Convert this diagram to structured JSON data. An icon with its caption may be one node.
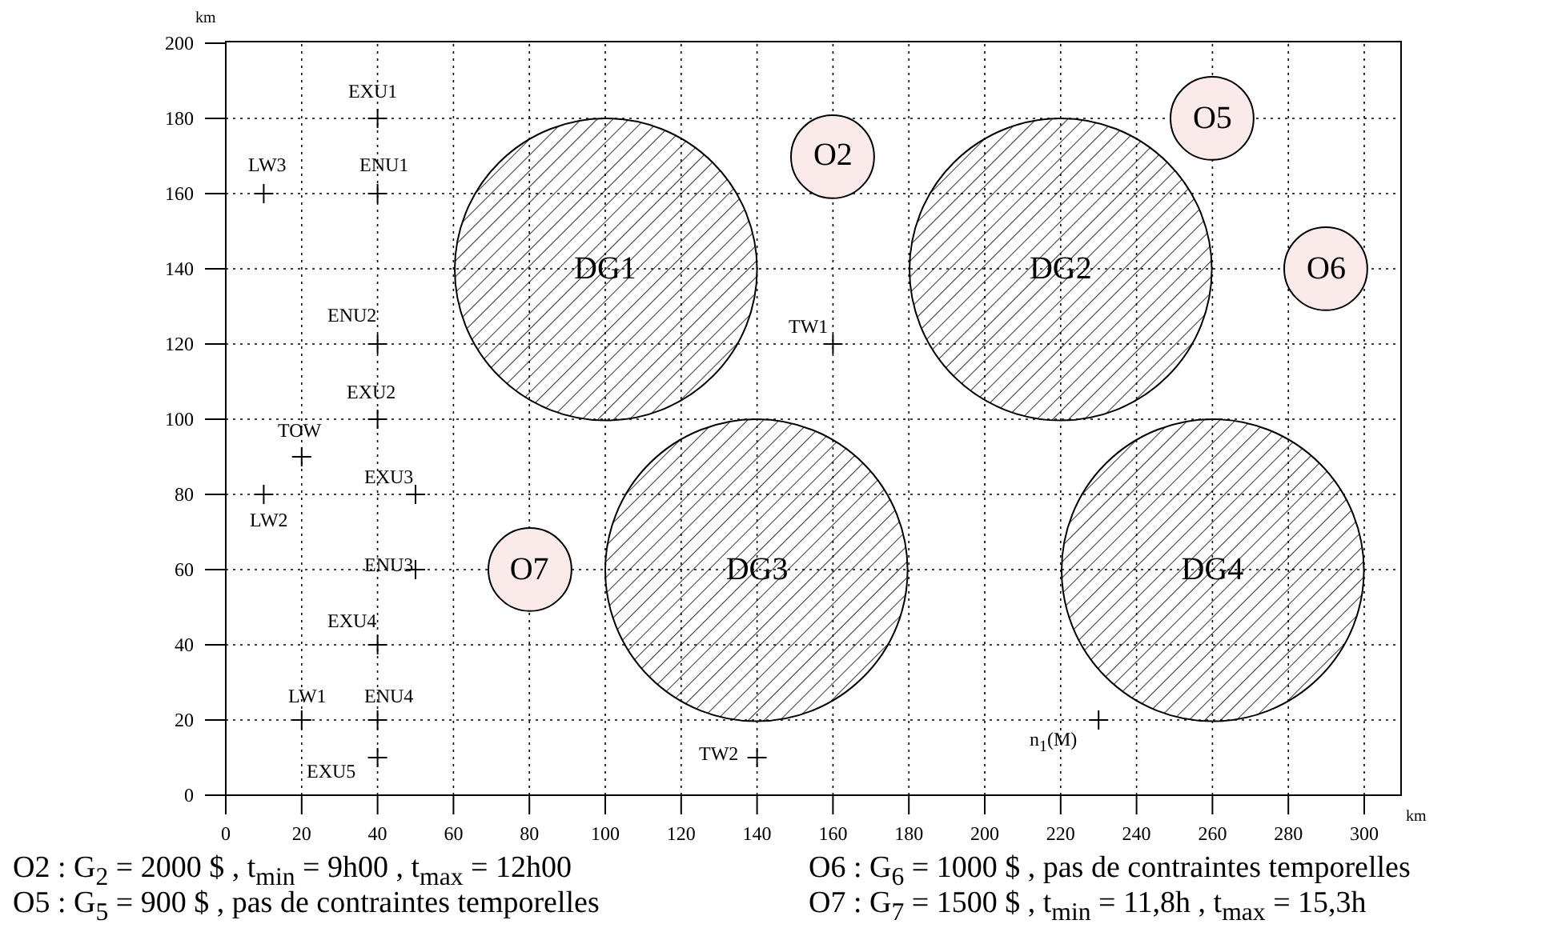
{
  "diagram": {
    "nodes": [
      {
        "text": [
          "O2"
        ]
      },
      {
        "text": [
          "O5"
        ]
      },
      {
        "text": [
          "DG1"
        ]
      },
      {
        "text": [
          "DG2"
        ]
      },
      {
        "text": [
          "O6"
        ]
      },
      {
        "text": [
          "O7"
        ]
      },
      {
        "text": [
          "DG3"
        ]
      },
      {
        "text": [
          "DG4"
        ]
      }
    ],
    "labels": [
      "km",
      "200",
      "180",
      "160",
      "140",
      "120",
      "100",
      "80",
      "60",
      "40",
      "20",
      "0",
      "EXU1",
      "LW3",
      "ENU1",
      "ENU2",
      "TW1",
      "EXU2",
      "TOW",
      "EXU3",
      "LW2",
      "ENU3",
      "EXU4",
      "LW1",
      "ENU4",
      "n$_{1}$(M)",
      "TW2",
      "EXU5",
      "0",
      "20",
      "40",
      "60",
      "80",
      "100",
      "120",
      "140",
      "160",
      "180",
      "200",
      "220",
      "240",
      "260",
      "280",
      "300",
      "km",
      "O2 : G$_{2}$ = 2000 $ ,  t$_{min}$ = 9h00 ,  t$_{max}$ = 12h00",
      "O6 : G$_{6}$ = 1000 $ , pas de contraintes temporelles",
      "O5 : G$_{5}$ = 900 $ , pas de contraintes temporelles",
      "O7 : G$_{7}$ = 1500 $ ,  t$_{min}$ = 11,8h ,  t$_{max}$ = 15,3h"
    ]
  }
}
